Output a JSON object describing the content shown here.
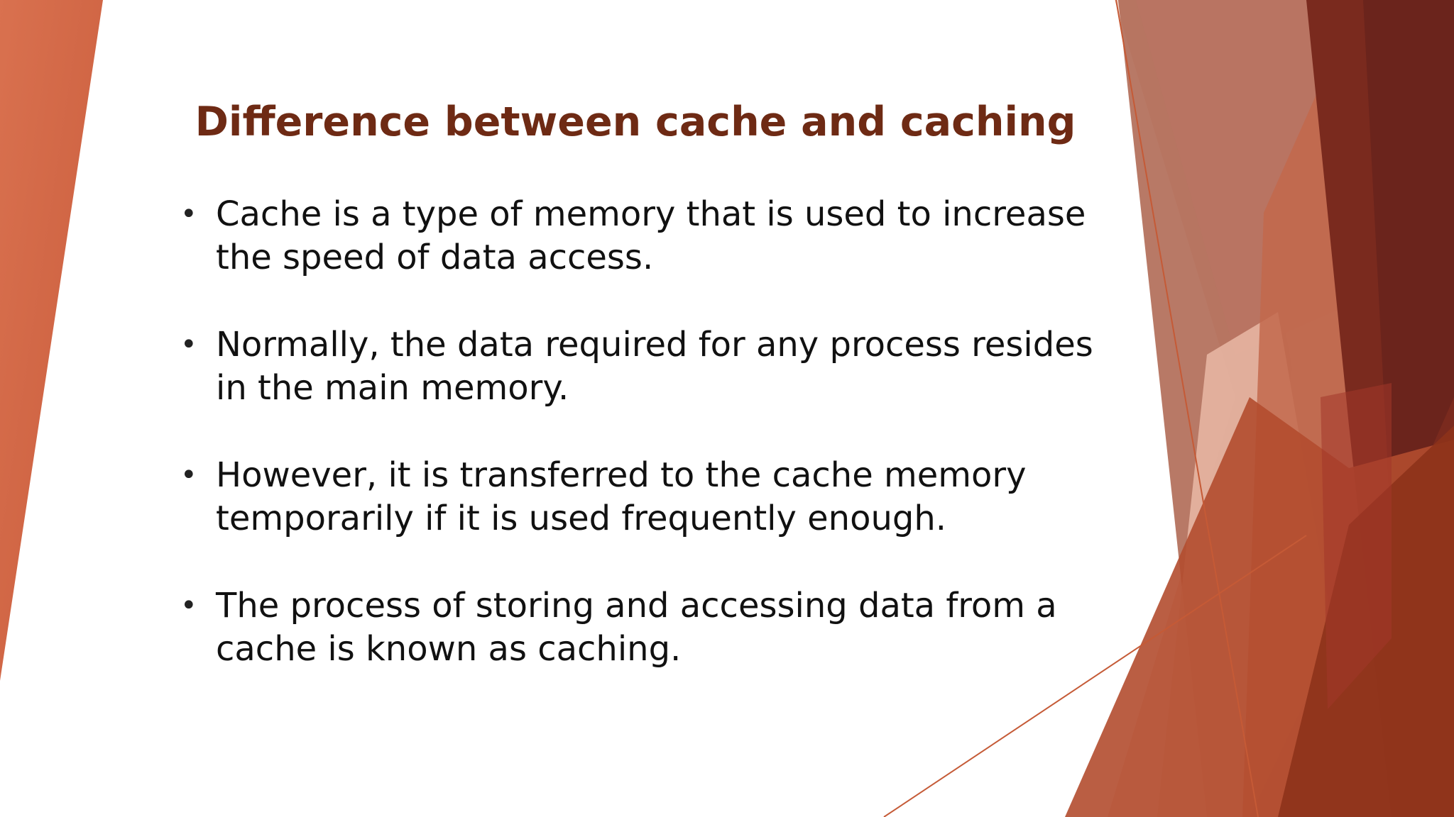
{
  "slide": {
    "title": "Difference between cache and caching",
    "bullets": [
      {
        "text": "Cache is a type of memory that is used to increase the speed of data access."
      },
      {
        "text": "Normally, the data required for any process resides in the main memory."
      },
      {
        "text": "However, it is transferred to the cache memory temporarily if it is used frequently enough."
      },
      {
        "text": "The process of storing and accessing data from a cache is known as caching."
      }
    ],
    "bullet_symbol": "•"
  },
  "colors": {
    "title": "#6e2a14",
    "accent_light": "#d87a5a",
    "accent_dark": "#6b241c",
    "accent_mid": "#a84a2c"
  }
}
